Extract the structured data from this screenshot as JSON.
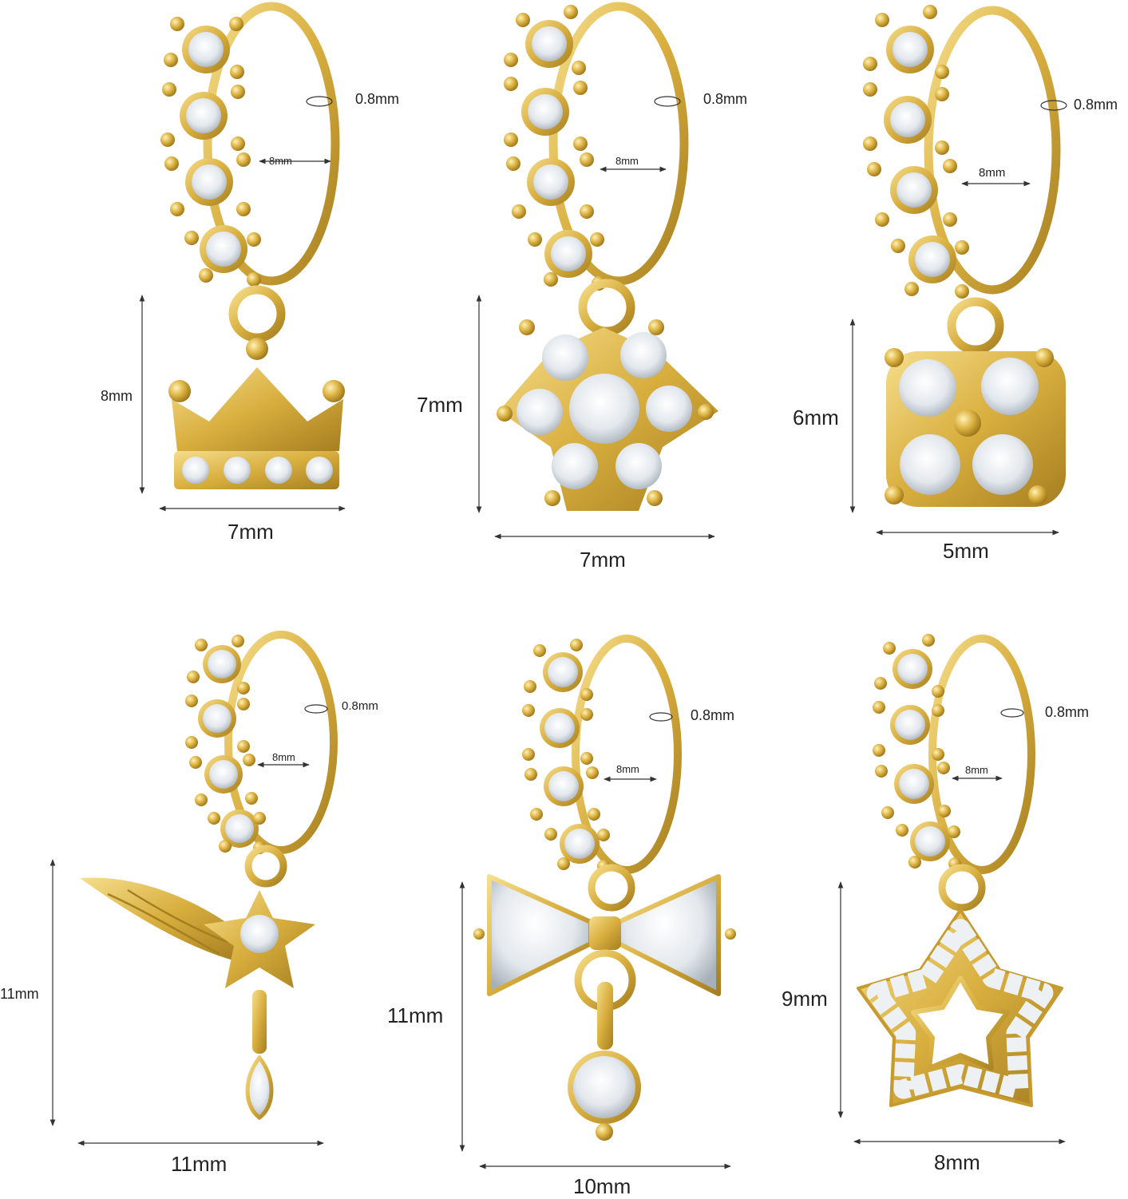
{
  "palette": {
    "gold": "#D8AE3E",
    "gold_light": "#F1D377",
    "gold_dark": "#A57E20",
    "crystal": "#EEF1F4",
    "crystal_edge": "#9AA3AC",
    "line": "#333333"
  },
  "items": [
    {
      "name": "crown",
      "wire": "0.8mm",
      "inner": "8mm",
      "height": "8mm",
      "width": "7mm"
    },
    {
      "name": "flower",
      "wire": "0.8mm",
      "inner": "8mm",
      "height": "7mm",
      "width": "7mm"
    },
    {
      "name": "clover",
      "wire": "0.8mm",
      "inner": "8mm",
      "height": "6mm",
      "width": "5mm"
    },
    {
      "name": "wing-star",
      "wire": "0.8mm",
      "inner": "8mm",
      "height": "11mm",
      "width": "11mm"
    },
    {
      "name": "bow",
      "wire": "0.8mm",
      "inner": "8mm",
      "height": "11mm",
      "width": "10mm"
    },
    {
      "name": "hollow-star",
      "wire": "0.8mm",
      "inner": "8mm",
      "height": "9mm",
      "width": "8mm"
    }
  ]
}
